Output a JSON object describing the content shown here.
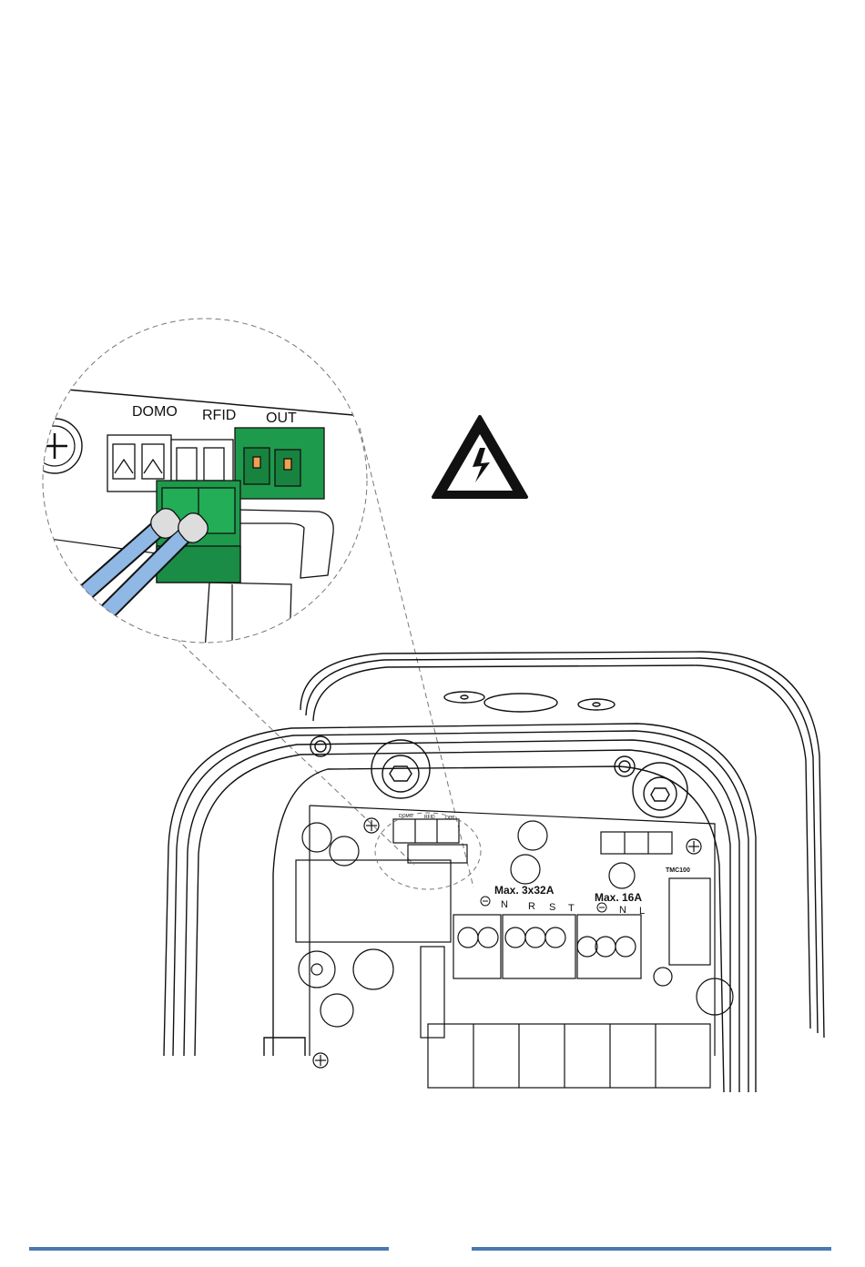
{
  "diagram": {
    "zoom_labels": {
      "domo": "DOMO",
      "rfid": "RFID",
      "out": "OUT"
    },
    "board_labels": {
      "max_three_phase": "Max. 3x32A",
      "max_single_phase": "Max. 16A",
      "three_phase_terminals": [
        "N",
        "R",
        "S",
        "T"
      ],
      "single_phase_terminals": [
        "N",
        "L"
      ],
      "tmc_label": "TMC100",
      "small_headers": [
        "DOMO",
        "RFID",
        "OUT"
      ]
    },
    "warning_symbol": "electric-hazard",
    "colors": {
      "connector_green": "#1e9a4c",
      "cable_blue": "#8fb8e4",
      "warning_black": "#111111",
      "footer_rule": "#4a78b0"
    }
  }
}
